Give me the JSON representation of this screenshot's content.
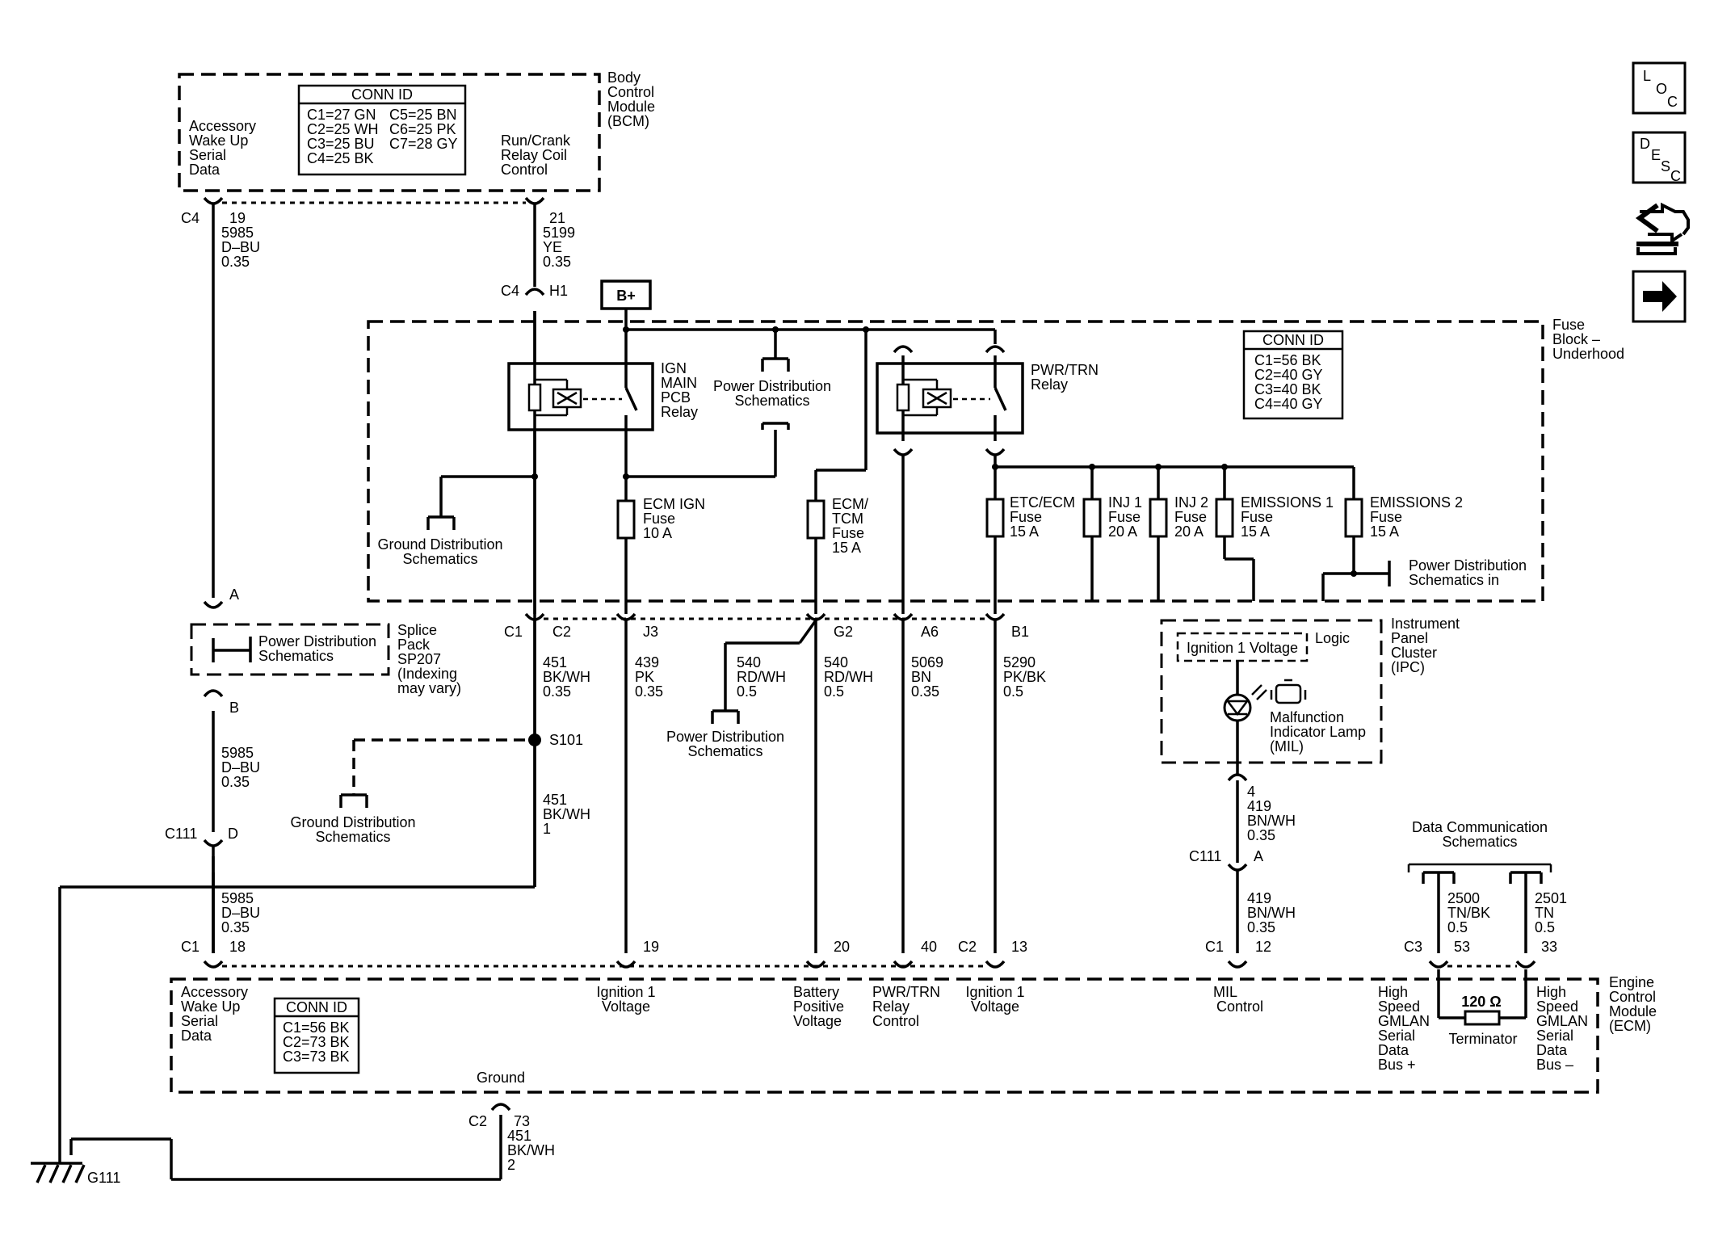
{
  "modules": {
    "bcm": {
      "name": [
        "Body",
        "Control",
        "Module",
        "(BCM)"
      ],
      "conn_title": "CONN ID",
      "conn_left": [
        "C1=27 GN",
        "C2=25 WH",
        "C3=25 BU",
        "C4=25 BK"
      ],
      "conn_right": [
        "C5=25 BN",
        "C6=25 PK",
        "C7=28 GY"
      ],
      "pin_left": [
        "Accessory",
        "Wake Up",
        "Serial",
        "Data"
      ],
      "pin_right": [
        "Run/Crank",
        "Relay Coil",
        "Control"
      ]
    },
    "fuse_block": {
      "name": [
        "Fuse",
        "Block –",
        "Underhood"
      ],
      "conn_title": "CONN ID",
      "conn_rows": [
        "C1=56 BK",
        "C2=40 GY",
        "C3=40 BK",
        "C4=40 GY"
      ]
    },
    "ipc": {
      "name": [
        "Instrument",
        "Panel",
        "Cluster",
        "(IPC)"
      ],
      "ignition_box": "Ignition 1 Voltage",
      "logic": "Logic",
      "lamp": [
        "Malfunction",
        "Indicator Lamp",
        "(MIL)"
      ]
    },
    "ecm": {
      "name": [
        "Engine",
        "Control",
        "Module",
        "(ECM)"
      ],
      "conn_title": "CONN ID",
      "conn_rows": [
        "C1=56 BK",
        "C2=73 BK",
        "C3=73 BK"
      ],
      "ground_label": "Ground",
      "terminator_value": "120 Ω",
      "terminator_label": "Terminator"
    },
    "splice_pack": {
      "name": [
        "Splice",
        "Pack",
        "SP207",
        "(Indexing",
        "may vary)"
      ],
      "inner": [
        "Power Distribution",
        "Schematics"
      ]
    }
  },
  "relays": {
    "ign_main": [
      "IGN",
      "MAIN",
      "PCB",
      "Relay"
    ],
    "pwr_trn": [
      "PWR/TRN",
      "Relay"
    ]
  },
  "fuses": {
    "ecm_ign": [
      "ECM IGN",
      "Fuse",
      "10 A"
    ],
    "ecm_tcm": [
      "ECM/",
      "TCM",
      "Fuse",
      "15 A"
    ],
    "etc_ecm": [
      "ETC/ECM",
      "Fuse",
      "15 A"
    ],
    "inj1": [
      "INJ 1",
      "Fuse",
      "20 A"
    ],
    "inj2": [
      "INJ 2",
      "Fuse",
      "20 A"
    ],
    "emissions1": [
      "EMISSIONS 1",
      "Fuse",
      "15 A"
    ],
    "emissions2": [
      "EMISSIONS 2",
      "Fuse",
      "15 A"
    ]
  },
  "references": {
    "power_dist": [
      "Power Distribution",
      "Schematics"
    ],
    "power_dist_in": [
      "Power Distribution",
      "Schematics in"
    ],
    "ground_dist": [
      "Ground Distribution",
      "Schematics"
    ],
    "data_comm": [
      "Data Communication",
      "Schematics"
    ],
    "b_plus": "B+"
  },
  "wire_labels": {
    "w5985_top": [
      "19",
      "5985",
      "D–BU",
      "0.35"
    ],
    "w5199": [
      "21",
      "5199",
      "YE",
      "0.35"
    ],
    "w5985_mid": [
      "5985",
      "D–BU",
      "0.35"
    ],
    "w5985_bot": [
      "5985",
      "D–BU",
      "0.35"
    ],
    "w451_top": [
      "451",
      "BK/WH",
      "0.35"
    ],
    "w451_mid": [
      "451",
      "BK/WH",
      "1"
    ],
    "w451_gnd": [
      "73",
      "451",
      "BK/WH",
      "2"
    ],
    "w439": [
      "439",
      "PK",
      "0.35"
    ],
    "w540_a": [
      "540",
      "RD/WH",
      "0.5"
    ],
    "w540_b": [
      "540",
      "RD/WH",
      "0.5"
    ],
    "w5069": [
      "5069",
      "BN",
      "0.35"
    ],
    "w5290": [
      "5290",
      "PK/BK",
      "0.5"
    ],
    "w419_top": [
      "4",
      "419",
      "BN/WH",
      "0.35"
    ],
    "w419_bot": [
      "419",
      "BN/WH",
      "0.35"
    ],
    "w2500": [
      "2500",
      "TN/BK",
      "0.5"
    ],
    "w2501": [
      "2501",
      "TN",
      "0.5"
    ]
  },
  "connectors": {
    "c4_left": "C4",
    "c4_h1": "C4",
    "h1": "H1",
    "a": "A",
    "b": "B",
    "c111_d": "C111",
    "d": "D",
    "c1_fb": "C1",
    "c2_fb": "C2",
    "j3": "J3",
    "g2": "G2",
    "a6": "A6",
    "b1": "B1",
    "s101": "S101",
    "c1_ecm": "C1",
    "pin18": "18",
    "pin19": "19",
    "pin20": "20",
    "pin40": "40",
    "c2_ecm": "C2",
    "pin13": "13",
    "c111_a": "C111",
    "a_ipc": "A",
    "c1_mil": "C1",
    "pin12": "12",
    "c3": "C3",
    "pin53": "53",
    "pin33": "33",
    "c2_gnd": "C2",
    "g111": "G111"
  },
  "ecm_pins": {
    "acc": [
      "Accessory",
      "Wake Up",
      "Serial",
      "Data"
    ],
    "ign1_a": [
      "Ignition 1",
      "Voltage"
    ],
    "batt": [
      "Battery",
      "Positive",
      "Voltage"
    ],
    "pwr_trn": [
      "PWR/TRN",
      "Relay",
      "Control"
    ],
    "ign1_b": [
      "Ignition 1",
      "Voltage"
    ],
    "mil": [
      "MIL",
      "Control"
    ],
    "hs_plus": [
      "High",
      "Speed",
      "GMLAN",
      "Serial",
      "Data",
      "Bus +"
    ],
    "hs_minus": [
      "High",
      "Speed",
      "GMLAN",
      "Serial",
      "Data",
      "Bus –"
    ]
  },
  "nav_icons": {
    "loc": [
      "L",
      "O",
      "C"
    ],
    "desc": [
      "D",
      "E",
      "S",
      "C"
    ]
  }
}
